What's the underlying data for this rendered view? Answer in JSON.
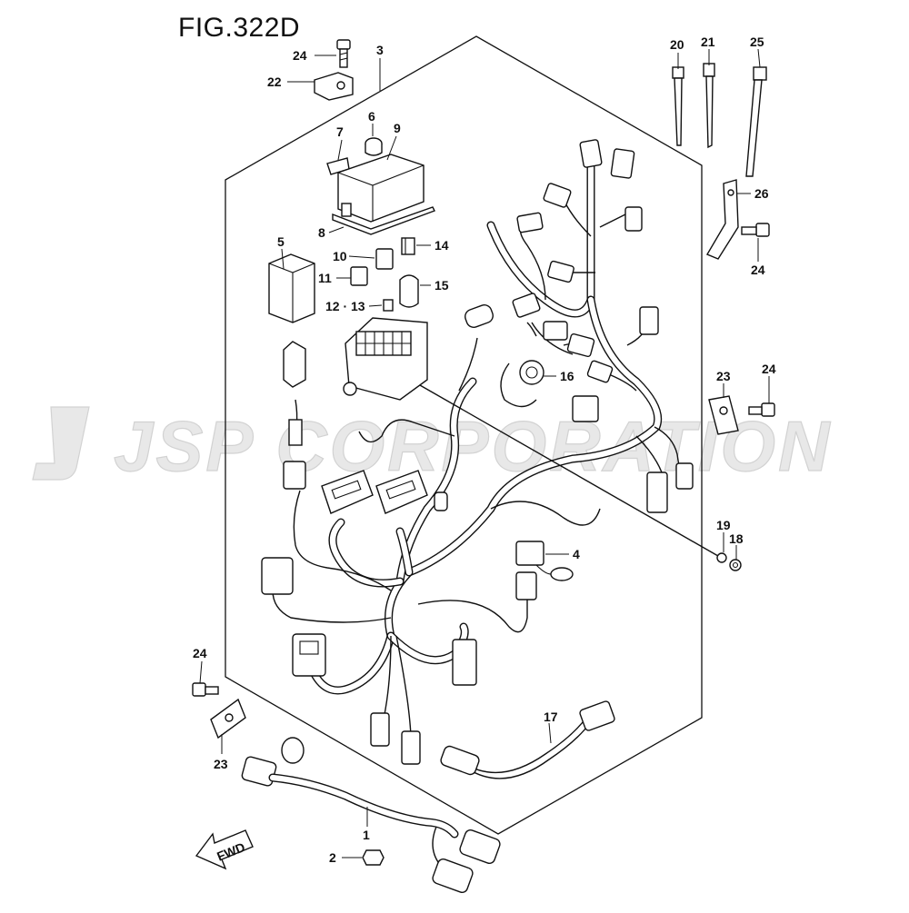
{
  "figure": {
    "title": "FIG.322D",
    "watermark": "JSP CORPORATION",
    "fwd_label": "FWD"
  },
  "callouts": {
    "c1": "1",
    "c2": "2",
    "c3": "3",
    "c4": "4",
    "c5": "5",
    "c6": "6",
    "c7": "7",
    "c8": "8",
    "c9": "9",
    "c10": "10",
    "c11": "11",
    "c12_13": "12 · 13",
    "c14": "14",
    "c15": "15",
    "c16": "16",
    "c17": "17",
    "c18": "18",
    "c19": "19",
    "c20": "20",
    "c21": "21",
    "c22": "22",
    "c23a": "23",
    "c23b": "23",
    "c24a": "24",
    "c24b": "24",
    "c24c": "24",
    "c24d": "24",
    "c25": "25",
    "c26": "26"
  }
}
